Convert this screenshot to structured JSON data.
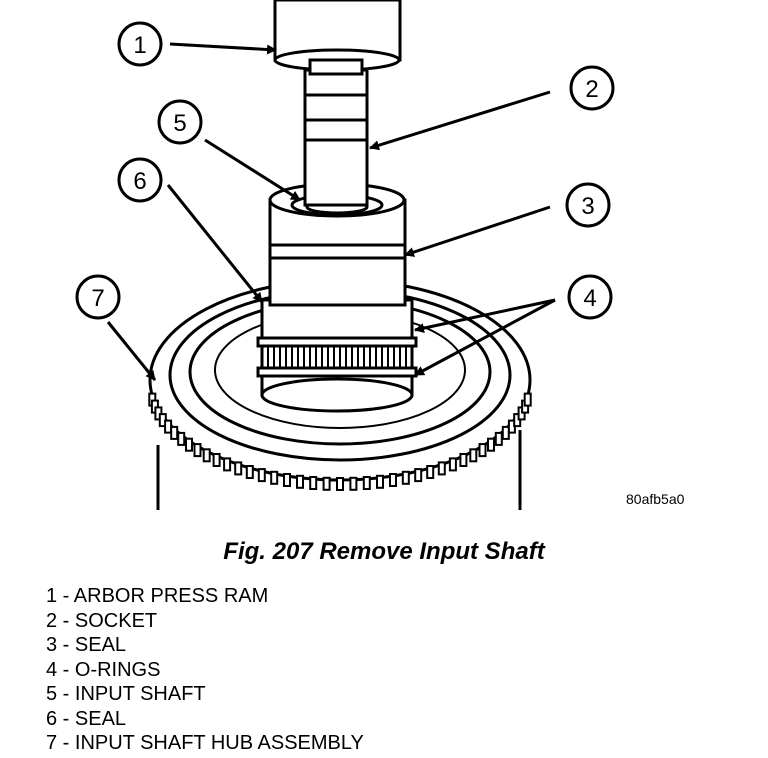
{
  "figure": {
    "code": "80afb5a0",
    "caption": "Fig. 207 Remove Input Shaft",
    "callouts": [
      "1",
      "2",
      "3",
      "4",
      "5",
      "6",
      "7"
    ],
    "legend": [
      "1 - ARBOR PRESS RAM",
      "2 - SOCKET",
      "3 - SEAL",
      "4 - O-RINGS",
      "5 - INPUT SHAFT",
      "6 - SEAL",
      "7 - INPUT SHAFT HUB ASSEMBLY"
    ]
  }
}
